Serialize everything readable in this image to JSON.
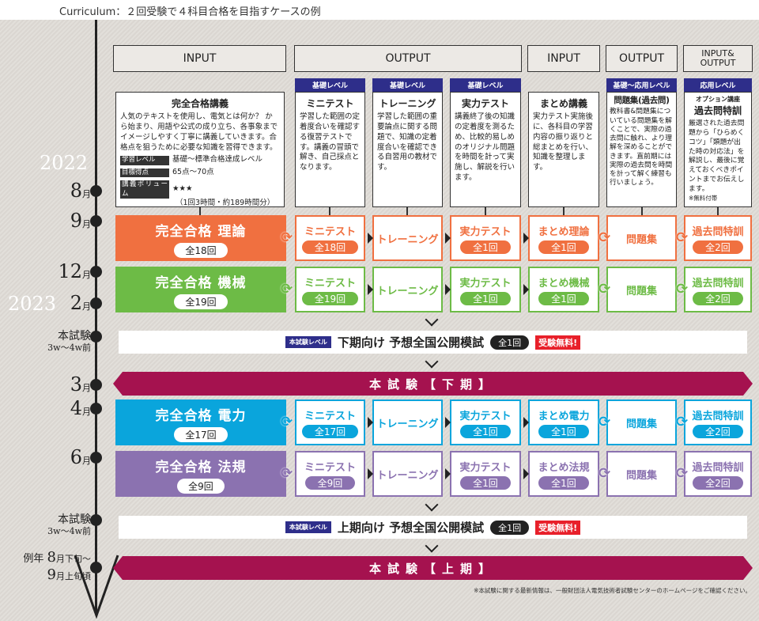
{
  "title": "Curriculum：２回受験で４科目合格を目指すケースの例",
  "headers": [
    "INPUT",
    "OUTPUT",
    "INPUT",
    "OUTPUT",
    "INPUT&\nOUTPUT"
  ],
  "levels": [
    "基礎レベル",
    "基礎レベル",
    "基礎レベル",
    "基礎～応用レベル",
    "応用レベル"
  ],
  "descriptions": {
    "lecture": {
      "title": "完全合格講義",
      "body": "人気のテキストを使用し、電気とは何か？ から始まり、用語や公式の成り立ち、各事象までイメージしやすく丁寧に講義していきます。合格点を狙うために必要な知識を習得できます。",
      "level_key": "学習レベル",
      "level_val": "基礎～標準合格達成レベル",
      "score_key": "目標得点",
      "score_val": "65点～70点",
      "volume_key": "講義ボリューム",
      "volume_val": "★★★",
      "volume_note": "（1回3時間・約189時間分）"
    },
    "mini": {
      "title": "ミニテスト",
      "body": "学習した範囲の定着度合いを確認する復習テストです。講義の冒頭で解き、自己採点となります。"
    },
    "training": {
      "title": "トレーニング",
      "body": "学習した範囲の重要論点に関する問題で、知識の定着度合いを確認できる自習用の教材です。"
    },
    "jitsuryoku": {
      "title": "実力テスト",
      "body": "講義終了後の知識の定着度を測るため、比較的易しめのオリジナル問題を時間を計って実施し、解説を行います。"
    },
    "matome": {
      "title": "まとめ講義",
      "body": "実力テスト実施後に、各科目の学習内容の振り返りと総まとめを行い、知識を整理します。"
    },
    "mondai": {
      "title": "問題集(過去問)",
      "body": "教科書&問題集についている問題集を解くことで、実際の過去問に触れ、より理解を深めることができます。直前期には実際の過去問を時間を計って解く練習も行いましょう。"
    },
    "kakomon": {
      "option": "オプション講座",
      "title": "過去問特訓",
      "body": "厳選された過去問題から「ひらめくコツ」「類題が出た時の対応法」を解説し、最後に覚えておくべきポイントまでお伝えします。",
      "note": "※無料付帯"
    }
  },
  "timeline": {
    "y2022": "2022",
    "y2023": "2023",
    "m8": "8",
    "m9": "9",
    "m12": "12",
    "m2": "2",
    "m3": "3",
    "m4": "4",
    "m6": "6",
    "month": "月",
    "exam": "本試験",
    "before": "3w～4w前",
    "reinen": "例年",
    "aug": "8",
    "late": "月下旬～",
    "sep": "9",
    "early": "月上旬頃"
  },
  "rows": [
    {
      "subject": "完全合格 理論",
      "count": "全18回",
      "color": "#f07040",
      "cells": [
        {
          "name": "ミニテスト",
          "pill": "全18回"
        },
        {
          "name": "トレーニング"
        },
        {
          "name": "実力テスト",
          "pill": "全1回"
        },
        {
          "name": "まとめ理論",
          "pill": "全1回"
        },
        {
          "name": "問題集"
        },
        {
          "name": "過去問特訓",
          "pill": "全2回"
        }
      ]
    },
    {
      "subject": "完全合格 機械",
      "count": "全19回",
      "color": "#6dbb46",
      "cells": [
        {
          "name": "ミニテスト",
          "pill": "全19回"
        },
        {
          "name": "トレーニング"
        },
        {
          "name": "実力テスト",
          "pill": "全1回"
        },
        {
          "name": "まとめ機械",
          "pill": "全1回"
        },
        {
          "name": "問題集"
        },
        {
          "name": "過去問特訓",
          "pill": "全2回"
        }
      ]
    },
    {
      "subject": "完全合格 電力",
      "count": "全17回",
      "color": "#0aa5dc",
      "cells": [
        {
          "name": "ミニテスト",
          "pill": "全17回"
        },
        {
          "name": "トレーニング"
        },
        {
          "name": "実力テスト",
          "pill": "全1回"
        },
        {
          "name": "まとめ電力",
          "pill": "全1回"
        },
        {
          "name": "問題集"
        },
        {
          "name": "過去問特訓",
          "pill": "全2回"
        }
      ]
    },
    {
      "subject": "完全合格 法規",
      "count": "全9回",
      "color": "#8b72b0",
      "cells": [
        {
          "name": "ミニテスト",
          "pill": "全9回"
        },
        {
          "name": "トレーニング"
        },
        {
          "name": "実力テスト",
          "pill": "全1回"
        },
        {
          "name": "まとめ法規",
          "pill": "全1回"
        },
        {
          "name": "問題集"
        },
        {
          "name": "過去問特訓",
          "pill": "全2回"
        }
      ]
    }
  ],
  "mock1": {
    "tag": "本試験レベル",
    "title": "下期向け 予想全国公開模試",
    "count": "全1回",
    "free": "受験無料!"
  },
  "mock2": {
    "tag": "本試験レベル",
    "title": "上期向け 予想全国公開模試",
    "count": "全1回",
    "free": "受験無料!"
  },
  "exam1": "本試験【下期】",
  "exam2": "本試験【上期】",
  "footnote": "※本試験に関する最新情報は、一般財団法人電気技術者試験センターのホームページをご確認ください。"
}
